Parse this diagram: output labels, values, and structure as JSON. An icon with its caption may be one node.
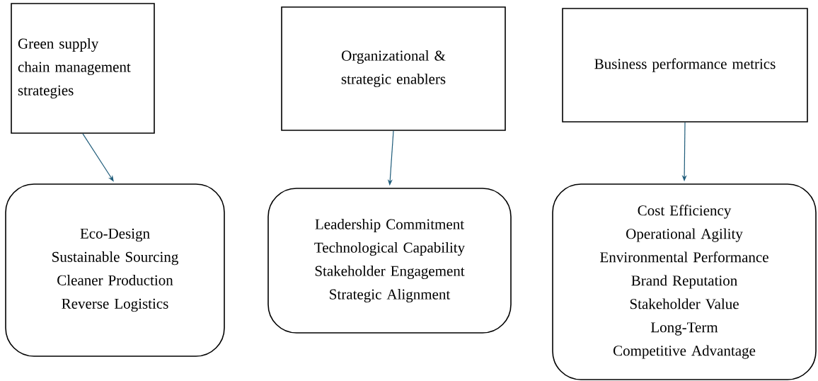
{
  "diagram": {
    "nodes": [
      {
        "text": [
          "Green supply chain management strategies"
        ]
      },
      {
        "text": [
          "Organizational & strategic enablers"
        ]
      },
      {
        "text": [
          "Business performance metrics"
        ]
      },
      {
        "text": [
          "Eco-Design",
          "Sustainable Sourcing",
          "Cleaner Production",
          "Reverse Logistics"
        ]
      },
      {
        "text": [
          "Leadership Commitment",
          "Technological Capability",
          "Stakeholder Engagement",
          "Strategic Alignment"
        ]
      },
      {
        "text": [
          "Cost Efficiency",
          "Operational Agility",
          "Environmental Performance",
          "Brand Reputation",
          "Stakeholder Value",
          "Long-Term Competitive Advantage"
        ]
      }
    ],
    "edges": [
      {
        "from": 0,
        "to": 3,
        "arrow": "to"
      },
      {
        "from": 1,
        "to": 4,
        "arrow": "to"
      },
      {
        "from": 2,
        "to": 5,
        "arrow": "to"
      }
    ]
  }
}
